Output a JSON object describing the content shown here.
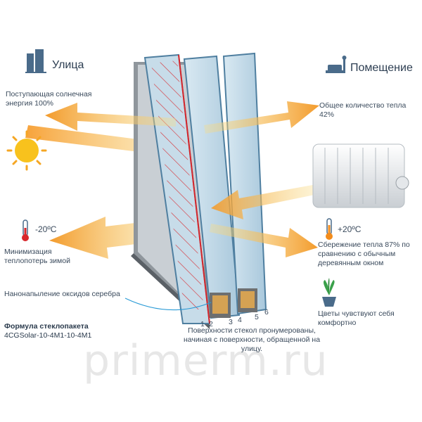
{
  "header_left": {
    "icon": "building-icon",
    "title": "Улица"
  },
  "header_right": {
    "icon": "room-icon",
    "title": "Помещение"
  },
  "left_labels": {
    "solar": "Поступающая солнечная энергия 100%",
    "temp": "-20ºС",
    "minimize": "Минимизация теплопотерь зимой",
    "coating": "Нанонапыление оксидов серебра",
    "formula_title": "Формула стеклопакета",
    "formula_value": "4CGSolar-10-4M1-10-4M1"
  },
  "right_labels": {
    "total_heat": "Общее количество тепла 42%",
    "temp": "+20ºС",
    "saving": "Сбережение тепла 87% по сравнению с обычным деревянным окном",
    "plants": "Цветы чувствуют себя комфортно"
  },
  "surfaces": [
    "1",
    "2",
    "3",
    "4",
    "5",
    "6"
  ],
  "surfaces_note": "Поверхности стекол пронумерованы, начиная с поверхности, обращенной на улицу.",
  "watermark": "primerm.ru",
  "colors": {
    "arrow_orange": "#f39b2c",
    "arrow_yellow": "#f7d36b",
    "glass": "#bcd6e6",
    "frame": "#5a6066",
    "coating_red": "#d8262b",
    "text": "#3a4a5c"
  }
}
